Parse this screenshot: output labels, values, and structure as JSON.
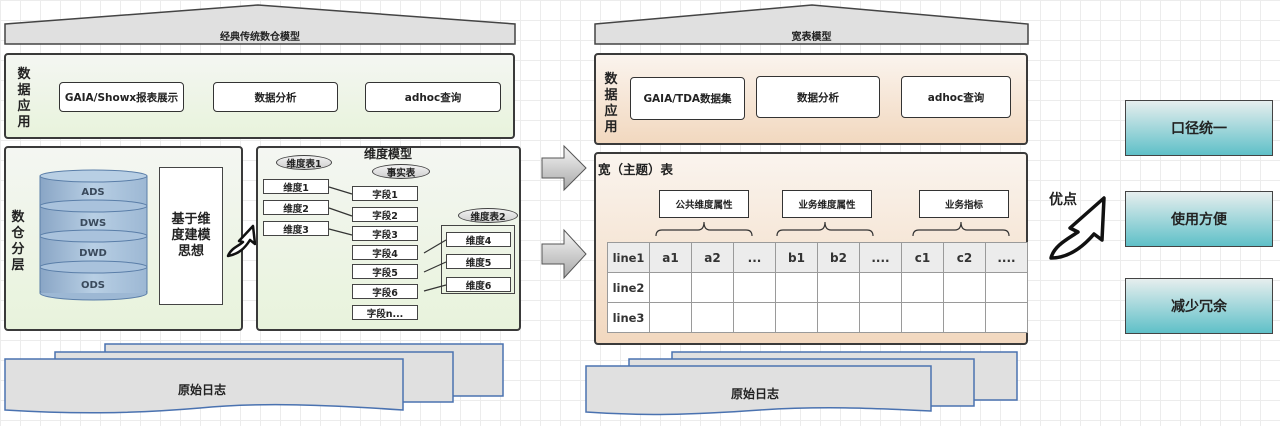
{
  "left": {
    "title": "经典传统数仓模型",
    "app_layer": {
      "label": "数据应用",
      "buttons": [
        "GAIA/Showx报表展示",
        "数据分析",
        "adhoc查询"
      ]
    },
    "warehouse_layer": {
      "label": "数仓分层",
      "cylinder_layers": [
        "ADS",
        "DWS",
        "DWD",
        "ODS"
      ],
      "method_box": "基于维度建模思想"
    },
    "dimension_model": {
      "title": "维度模型",
      "dim_table_1": {
        "label": "维度表1",
        "items": [
          "维度1",
          "维度2",
          "维度3"
        ]
      },
      "fact_table": {
        "label": "事实表",
        "fields": [
          "字段1",
          "字段2",
          "字段3",
          "字段4",
          "字段5",
          "字段6",
          "字段n..."
        ]
      },
      "dim_table_2": {
        "label": "维度表2",
        "items": [
          "维度4",
          "维度5",
          "维度6"
        ]
      }
    },
    "source": "原始日志"
  },
  "right": {
    "title": "宽表模型",
    "app_layer": {
      "label": "数据应用",
      "buttons": [
        "GAIA/TDA数据集",
        "数据分析",
        "adhoc查询"
      ]
    },
    "wide_table": {
      "title": "宽（主题）表",
      "groups": [
        "公共维度属性",
        "业务维度属性",
        "业务指标"
      ],
      "header_row": [
        "line1",
        "a1",
        "a2",
        "...",
        "b1",
        "b2",
        "....",
        "c1",
        "c2",
        "...."
      ],
      "rows": [
        "line2",
        "line3"
      ]
    },
    "source": "原始日志"
  },
  "advantages": {
    "label": "优点",
    "items": [
      "口径统一",
      "使用方便",
      "减少冗余"
    ]
  },
  "colors": {
    "green_panel": "#e8f3dc",
    "peach_panel": "#f2d8bf",
    "teal_box": "#5fc0c8",
    "roof_gray": "#e0e0e0",
    "log_blue": "#4a72b0"
  }
}
